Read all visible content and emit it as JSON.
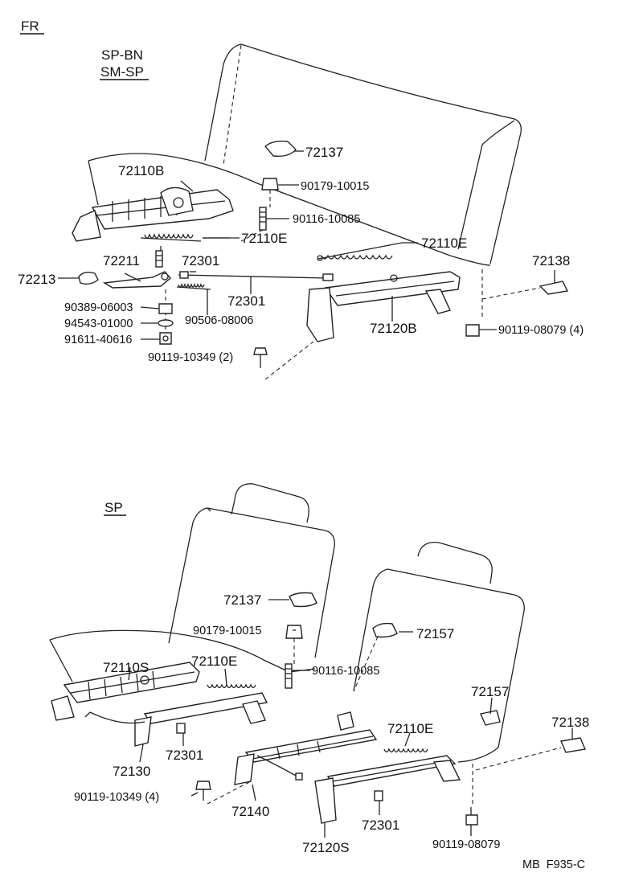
{
  "header": {
    "fr": "FR",
    "variant_top_1": "SP-BN",
    "variant_top_2": "SM-SP",
    "variant_bottom": "SP"
  },
  "top_labels": {
    "p72137": "72137",
    "p72110B": "72110B",
    "p90179": "90179-10015",
    "p90116": "90116-10085",
    "p72110E_left": "72110E",
    "p72110E_right": "72110E",
    "p72211": "72211",
    "p72301_a": "72301",
    "p72213": "72213",
    "p72301_b": "72301",
    "p90389": "90389-06003",
    "p90506": "90506-08006",
    "p94543": "94543-01000",
    "p91611": "91611-40616",
    "p90119_10349": "90119-10349 (2)",
    "p72138": "72138",
    "p72120B": "72120B",
    "p90119_08079": "90119-08079 (4)"
  },
  "bottom_labels": {
    "p72137": "72137",
    "p90179": "90179-10015",
    "p72157_a": "72157",
    "p72110S": "72110S",
    "p72110E_a": "72110E",
    "p90116": "90116-10085",
    "p72157_b": "72157",
    "p72138": "72138",
    "p72110E_b": "72110E",
    "p72301_a": "72301",
    "p72130": "72130",
    "p90119_10349": "90119-10349 (4)",
    "p72140": "72140",
    "p72301_b": "72301",
    "p72120S": "72120S",
    "p90119_08079": "90119-08079"
  },
  "footer": {
    "code": "MB  F935-C"
  }
}
